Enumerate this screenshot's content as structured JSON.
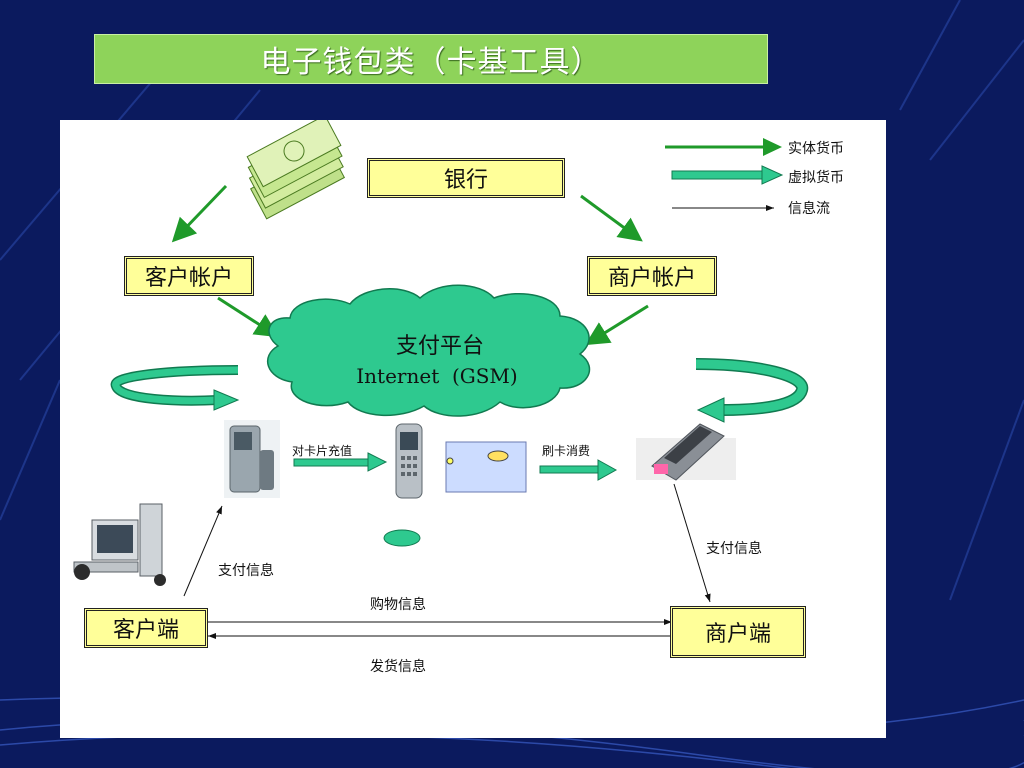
{
  "title": "电子钱包类（卡基工具）",
  "legend": {
    "physical_currency": "实体货币",
    "virtual_currency": "虚拟货币",
    "info_flow": "信息流"
  },
  "nodes": {
    "bank": "银行",
    "customer_account": "客户帐户",
    "merchant_account": "商户帐户",
    "platform_line1": "支付平台",
    "platform_line2": "Internet  (GSM)",
    "customer_client": "客户端",
    "merchant_client": "商户端"
  },
  "labels": {
    "card_recharge": "对卡片充值",
    "card_spend": "刷卡消费",
    "payment_info_left": "支付信息",
    "payment_info_right": "支付信息",
    "shopping_info": "购物信息",
    "shipping_info": "发货信息"
  },
  "colors": {
    "background": "#0b1a5e",
    "title_bar": "#8ed35a",
    "box_fill": "#ffff99",
    "cloud": "#2ec98f",
    "arrow_green": "#1f9a2a"
  }
}
